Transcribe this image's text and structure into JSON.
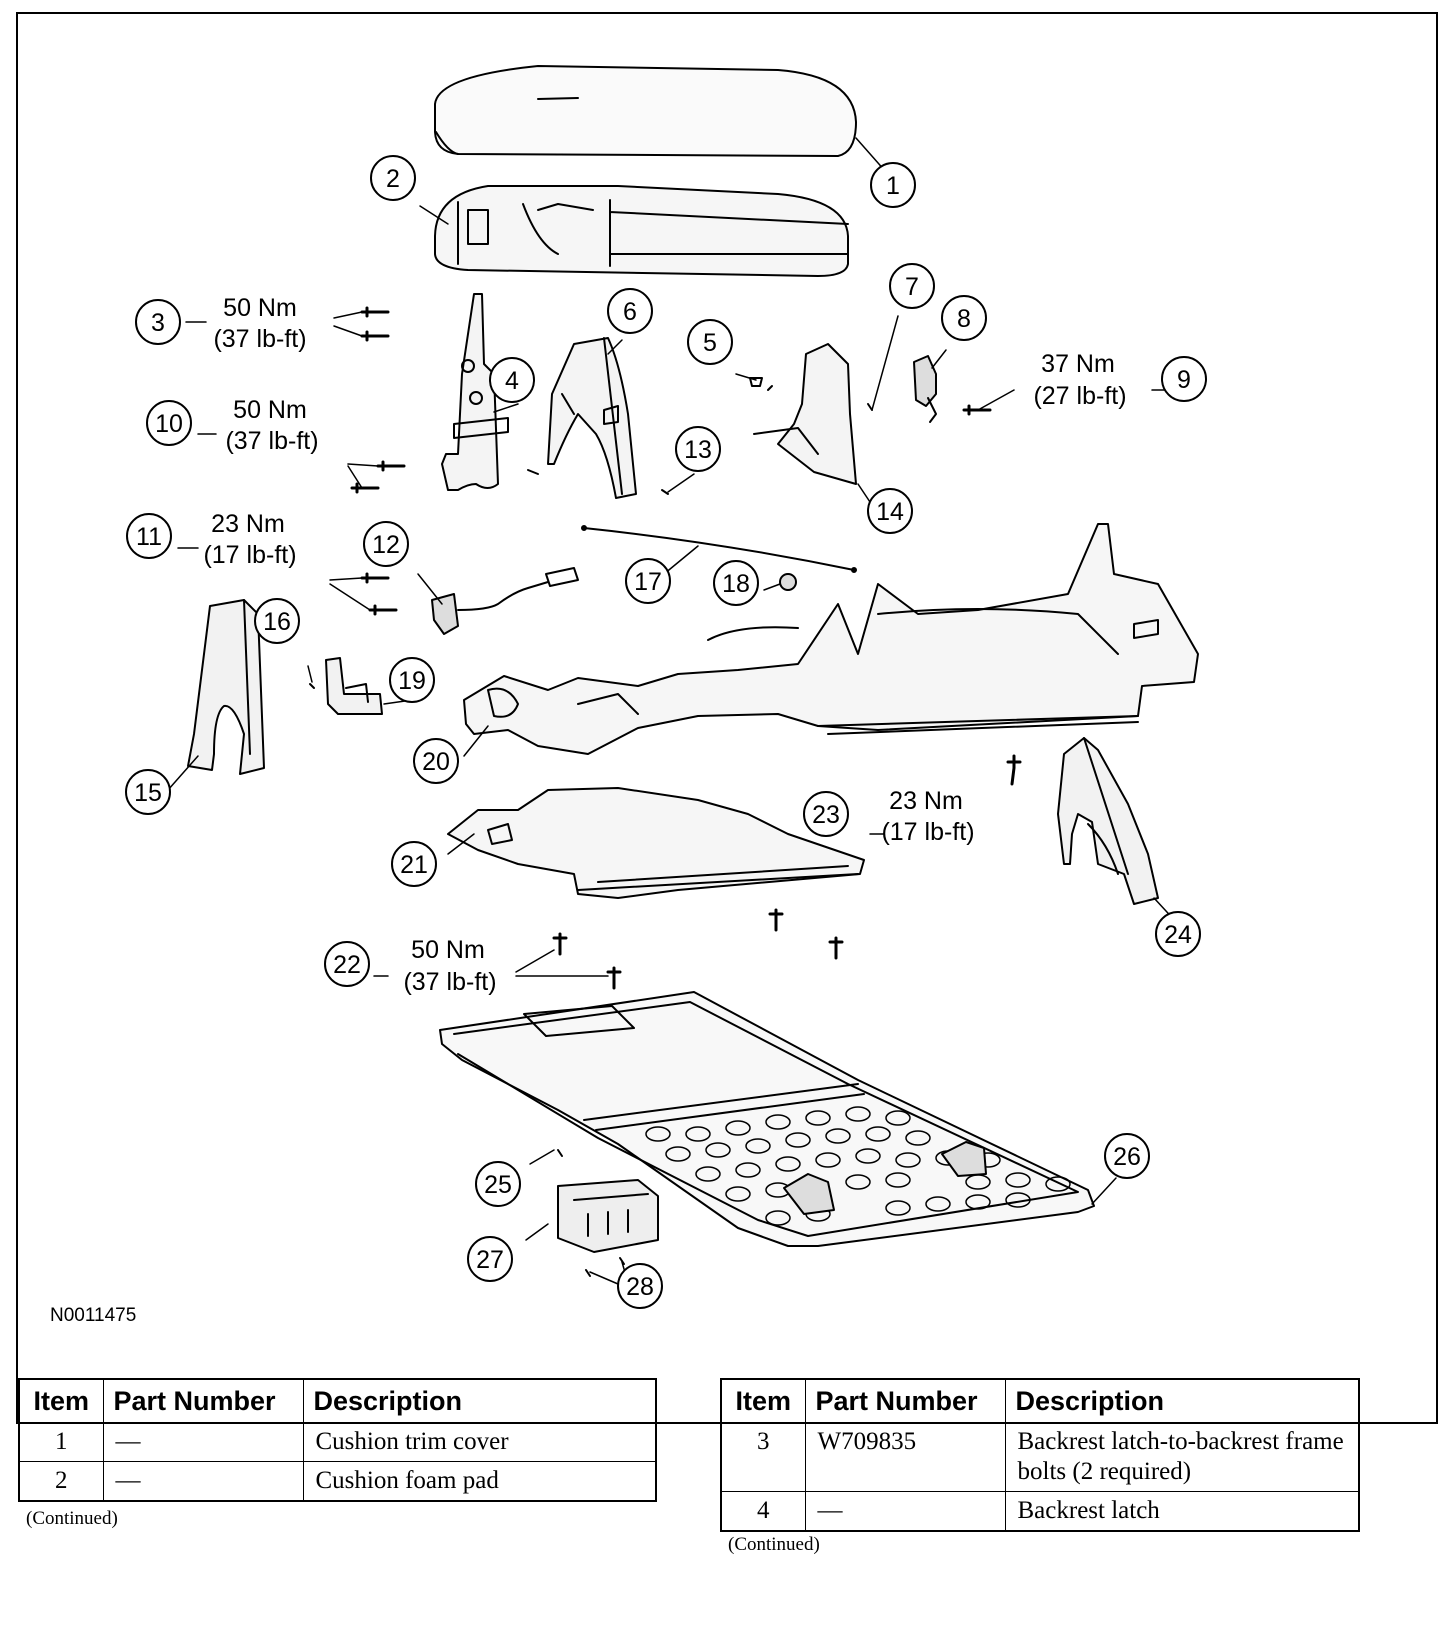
{
  "figure": {
    "id": "N0011475",
    "callouts": [
      "1",
      "2",
      "3",
      "4",
      "5",
      "6",
      "7",
      "8",
      "9",
      "10",
      "11",
      "12",
      "13",
      "14",
      "15",
      "16",
      "17",
      "18",
      "19",
      "20",
      "21",
      "22",
      "23",
      "24",
      "25",
      "26",
      "27",
      "28"
    ],
    "torques": [
      {
        "item": "3",
        "nm": "50 Nm",
        "lbft": "(37 lb-ft)"
      },
      {
        "item": "9",
        "nm": "37 Nm",
        "lbft": "(27 lb-ft)"
      },
      {
        "item": "10",
        "nm": "50 Nm",
        "lbft": "(37 lb-ft)"
      },
      {
        "item": "11",
        "nm": "23 Nm",
        "lbft": "(17 lb-ft)"
      },
      {
        "item": "23",
        "nm": "23 Nm",
        "lbft": "(17 lb-ft)"
      },
      {
        "item": "22",
        "nm": "50 Nm",
        "lbft": "(37 lb-ft)"
      }
    ]
  },
  "tables": [
    {
      "headers": [
        "Item",
        "Part Number",
        "Description"
      ],
      "rows": [
        {
          "item": "1",
          "part": "—",
          "desc": "Cushion trim cover"
        },
        {
          "item": "2",
          "part": "—",
          "desc": "Cushion foam pad"
        }
      ],
      "footer": "(Continued)"
    },
    {
      "headers": [
        "Item",
        "Part Number",
        "Description"
      ],
      "rows": [
        {
          "item": "3",
          "part": "W709835",
          "desc": "Backrest latch-to-backrest frame bolts (2 required)"
        },
        {
          "item": "4",
          "part": "—",
          "desc": "Backrest latch"
        }
      ],
      "footer": "(Continued)"
    }
  ]
}
